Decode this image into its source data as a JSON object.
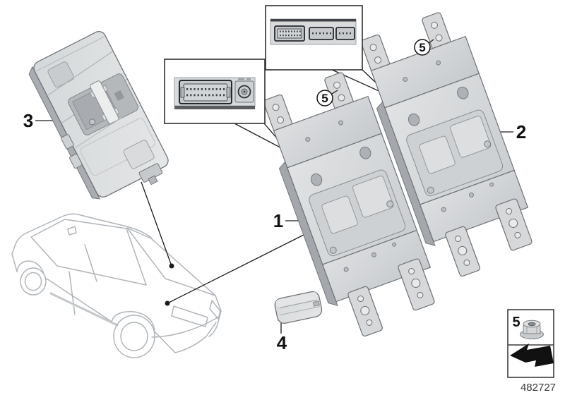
{
  "diagram": {
    "callouts": {
      "item1": "1",
      "item2": "2",
      "item3": "3",
      "item4": "4",
      "item5": "5"
    },
    "legend": {
      "item": "5"
    },
    "part_number": "482727",
    "icons": {
      "nut": "hex-nut-icon",
      "arrow": "install-direction-arrow-icon"
    },
    "colors": {
      "background": "#ffffff",
      "line": "#1c1c1c",
      "part_fill": "#d6d8da",
      "part_edge": "#6e7276",
      "car_line": "#b0b5ba"
    }
  }
}
